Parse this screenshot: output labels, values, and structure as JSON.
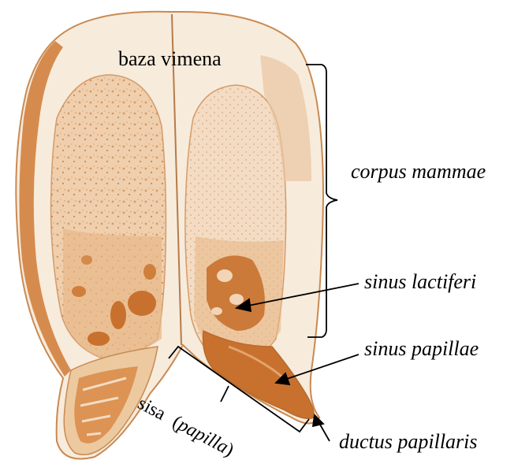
{
  "labels": {
    "baza_vimena": "baza vimena",
    "corpus_mammae": "corpus mammae",
    "sinus_lactiferi": "sinus lactiferi",
    "sinus_papillae": "sinus papillae",
    "sisa": "sisa",
    "papilla": "papilla",
    "paren_open": "(",
    "paren_close": ")",
    "ductus_papillaris": "ductus papillaris"
  },
  "colors": {
    "tissue_light": "#f6e8d6",
    "tissue_mid": "#e6b98a",
    "tissue_dark": "#c8712e",
    "outline": "#b86a2c",
    "annotation": "#000000"
  }
}
